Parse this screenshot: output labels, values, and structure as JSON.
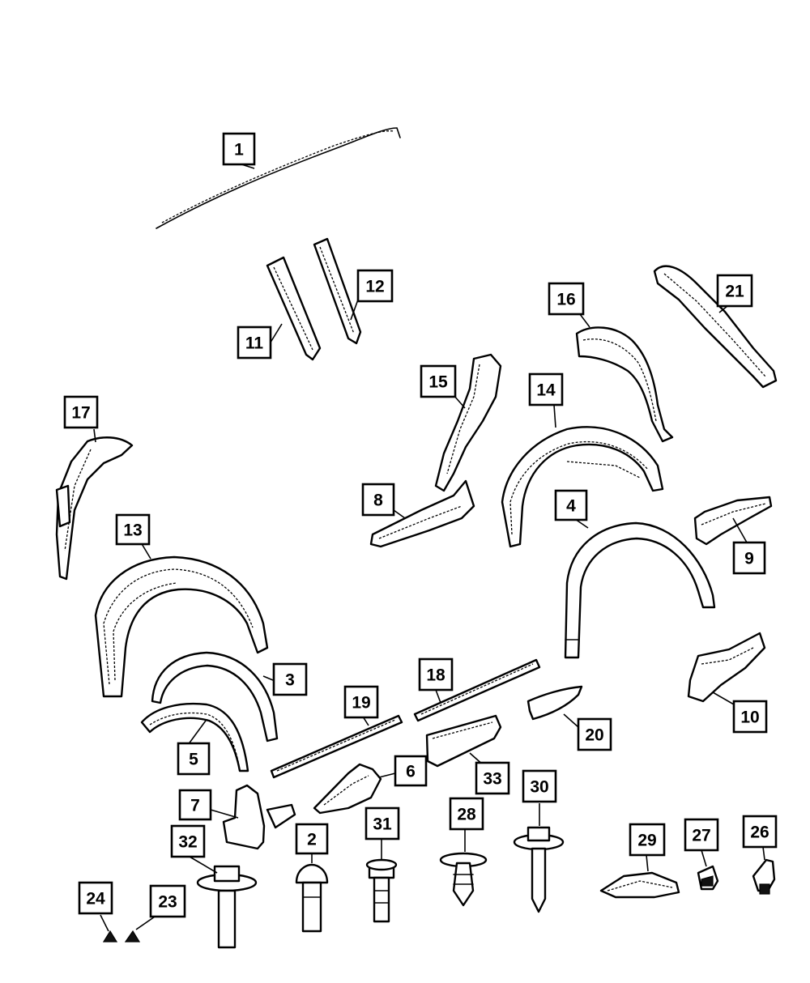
{
  "callouts": [
    {
      "id": "c1",
      "label": "1"
    },
    {
      "id": "c2",
      "label": "2"
    },
    {
      "id": "c3",
      "label": "3"
    },
    {
      "id": "c4",
      "label": "4"
    },
    {
      "id": "c5",
      "label": "5"
    },
    {
      "id": "c6",
      "label": "6"
    },
    {
      "id": "c7",
      "label": "7"
    },
    {
      "id": "c8",
      "label": "8"
    },
    {
      "id": "c9",
      "label": "9"
    },
    {
      "id": "c10",
      "label": "10"
    },
    {
      "id": "c11",
      "label": "11"
    },
    {
      "id": "c12",
      "label": "12"
    },
    {
      "id": "c13",
      "label": "13"
    },
    {
      "id": "c14",
      "label": "14"
    },
    {
      "id": "c15",
      "label": "15"
    },
    {
      "id": "c16",
      "label": "16"
    },
    {
      "id": "c17",
      "label": "17"
    },
    {
      "id": "c18",
      "label": "18"
    },
    {
      "id": "c19",
      "label": "19"
    },
    {
      "id": "c20",
      "label": "20"
    },
    {
      "id": "c21",
      "label": "21"
    },
    {
      "id": "c23",
      "label": "23"
    },
    {
      "id": "c24",
      "label": "24"
    },
    {
      "id": "c26",
      "label": "26"
    },
    {
      "id": "c27",
      "label": "27"
    },
    {
      "id": "c28",
      "label": "28"
    },
    {
      "id": "c29",
      "label": "29"
    },
    {
      "id": "c30",
      "label": "30"
    },
    {
      "id": "c31",
      "label": "31"
    },
    {
      "id": "c32",
      "label": "32"
    },
    {
      "id": "c33",
      "label": "33"
    }
  ]
}
